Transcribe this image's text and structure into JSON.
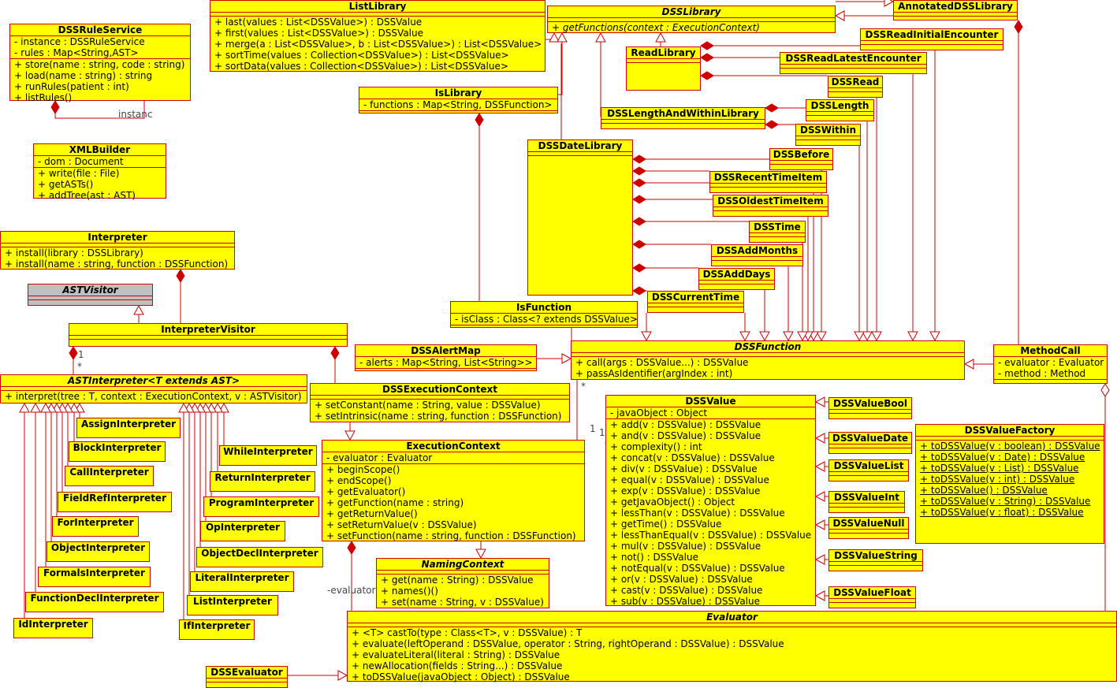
{
  "classes": [
    {
      "id": "DSSRuleService",
      "name": "DSSRuleService",
      "attrs": [
        "- instance : DSSRuleService",
        "- rules : Map<String,AST>"
      ],
      "ops": [
        "+ store(name : string, code : string)",
        "+ load(name : string) : string",
        "+ runRules(patient : int)",
        "+ listRules()"
      ]
    },
    {
      "id": "XMLBuilder",
      "name": "XMLBuilder",
      "attrs": [
        "- dom : Document"
      ],
      "ops": [
        "+ write(file : File)",
        "+ getASTs()",
        "+ addTree(ast : AST)"
      ]
    },
    {
      "id": "Interpreter",
      "name": "Interpreter",
      "attrs": [],
      "ops": [
        "+ install(library : DSSLibrary)",
        "+ install(name : string, function : DSSFunction)"
      ]
    },
    {
      "id": "ASTVisitor",
      "name": "ASTVisitor",
      "abstract": true,
      "attrs": [],
      "ops": []
    },
    {
      "id": "InterpreterVisitor",
      "name": "InterpreterVisitor",
      "attrs": [],
      "ops": []
    },
    {
      "id": "ASTInterpreter",
      "name": "ASTInterpreter<T extends AST>",
      "abstract": true,
      "attrs": [],
      "ops": [
        "+ interpret(tree : T, context : ExecutionContext, v : ASTVisitor)"
      ]
    },
    {
      "id": "AssignInterpreter",
      "name": "AssignInterpreter"
    },
    {
      "id": "BlockInterpreter",
      "name": "BlockInterpreter"
    },
    {
      "id": "CallInterpreter",
      "name": "CallInterpreter"
    },
    {
      "id": "FieldRefInterpreter",
      "name": "FieldRefInterpreter"
    },
    {
      "id": "ForInterpreter",
      "name": "ForInterpreter"
    },
    {
      "id": "ObjectInterpreter",
      "name": "ObjectInterpreter"
    },
    {
      "id": "FormalsInterpreter",
      "name": "FormalsInterpreter"
    },
    {
      "id": "FunctionDeclInterpreter",
      "name": "FunctionDeclInterpreter"
    },
    {
      "id": "IdInterpreter",
      "name": "IdInterpreter"
    },
    {
      "id": "WhileInterpreter",
      "name": "WhileInterpreter"
    },
    {
      "id": "ReturnInterpreter",
      "name": "ReturnInterpreter"
    },
    {
      "id": "ProgramInterpreter",
      "name": "ProgramInterpreter"
    },
    {
      "id": "OpInterpreter",
      "name": "OpInterpreter"
    },
    {
      "id": "ObjectDeclInterpreter",
      "name": "ObjectDeclInterpreter"
    },
    {
      "id": "LiteralInterpreter",
      "name": "LiteralInterpreter"
    },
    {
      "id": "ListInterpreter",
      "name": "ListInterpreter"
    },
    {
      "id": "IfInterpreter",
      "name": "IfInterpreter"
    },
    {
      "id": "ListLibrary",
      "name": "ListLibrary",
      "attrs": [],
      "ops": [
        "+ last(values : List<DSSValue>) : DSSValue",
        "+ first(values : List<DSSValue>) : DSSValue",
        "+ merge(a : List<DSSValue>, b : List<DSSValue>) : List<DSSValue>",
        "+ sortTime(values : Collection<DSSValue>) : List<DSSValue>",
        "+ sortData(values : Collection<DSSValue>) : List<DSSValue>"
      ]
    },
    {
      "id": "DSSLibrary",
      "name": "DSSLibrary",
      "abstract": true,
      "attrs": [],
      "ops": [
        "+ getFunctions(context : ExecutionContext)"
      ],
      "abstractOps": true
    },
    {
      "id": "AnnotatedDSSLibrary",
      "name": "AnnotatedDSSLibrary",
      "attrs": [],
      "ops": []
    },
    {
      "id": "IsLibrary",
      "name": "IsLibrary",
      "attrs": [
        "- functions : Map<String, DSSFunction>"
      ],
      "ops": []
    },
    {
      "id": "ReadLibrary",
      "name": "ReadLibrary",
      "attrs": [],
      "ops": []
    },
    {
      "id": "DSSReadInitialEncounter",
      "name": "DSSReadInitialEncounter",
      "attrs": [],
      "ops": []
    },
    {
      "id": "DSSReadLatestEncounter",
      "name": "DSSReadLatestEncounter",
      "attrs": [],
      "ops": []
    },
    {
      "id": "DSSRead",
      "name": "DSSRead",
      "attrs": [],
      "ops": []
    },
    {
      "id": "DSSLengthAndWithinLibrary",
      "name": "DSSLengthAndWithinLibrary",
      "attrs": [],
      "ops": []
    },
    {
      "id": "DSSLength",
      "name": "DSSLength",
      "attrs": [],
      "ops": []
    },
    {
      "id": "DSSWithin",
      "name": "DSSWithin",
      "attrs": [],
      "ops": []
    },
    {
      "id": "DSSDateLibrary",
      "name": "DSSDateLibrary",
      "attrs": [],
      "ops": []
    },
    {
      "id": "DSSBefore",
      "name": "DSSBefore",
      "attrs": [],
      "ops": []
    },
    {
      "id": "DSSRecentTimeItem",
      "name": "DSSRecentTimeItem",
      "attrs": [],
      "ops": []
    },
    {
      "id": "DSSOldestTimeItem",
      "name": "DSSOldestTimeItem",
      "attrs": [],
      "ops": []
    },
    {
      "id": "DSSTime",
      "name": "DSSTime",
      "attrs": [],
      "ops": []
    },
    {
      "id": "DSSAddMonths",
      "name": "DSSAddMonths",
      "attrs": [],
      "ops": []
    },
    {
      "id": "DSSAddDays",
      "name": "DSSAddDays",
      "attrs": [],
      "ops": []
    },
    {
      "id": "DSSCurrentTime",
      "name": "DSSCurrentTime",
      "attrs": [],
      "ops": []
    },
    {
      "id": "IsFunction",
      "name": "IsFunction",
      "attrs": [
        "- isClass : Class<? extends DSSValue>"
      ],
      "ops": []
    },
    {
      "id": "DSSAlertMap",
      "name": "DSSAlertMap",
      "attrs": [
        "- alerts : Map<String, List<String>>"
      ],
      "ops": []
    },
    {
      "id": "DSSFunction",
      "name": "DSSFunction",
      "abstract": true,
      "attrs": [],
      "ops": [
        "+ call(args : DSSValue...) : DSSValue",
        "+ passAsIdentifier(argIndex : int)"
      ]
    },
    {
      "id": "MethodCall",
      "name": "MethodCall",
      "attrs": [
        "- evaluator : Evaluator",
        "- method : Method"
      ],
      "ops": []
    },
    {
      "id": "DSSExecutionContext",
      "name": "DSSExecutionContext",
      "attrs": [],
      "ops": [
        "+ setConstant(name : String, value : DSSValue)",
        "+ setIntrinsic(name : string, function : DSSFunction)"
      ]
    },
    {
      "id": "ExecutionContext",
      "name": "ExecutionContext",
      "attrs": [
        "- evaluator : Evaluator"
      ],
      "ops": [
        "+ beginScope()",
        "+ endScope()",
        "+ getEvaluator()",
        "+ getFunction(name : string)",
        "+ getReturnValue()",
        "+ setReturnValue(v : DSSValue)",
        "+ setFunction(name : string, function : DSSFunction)"
      ]
    },
    {
      "id": "NamingContext",
      "name": "NamingContext",
      "abstract": true,
      "attrs": [],
      "ops": [
        "+ get(name : String) : DSSValue",
        "+ names()()",
        "+ set(name : String, v : DSSValue)"
      ]
    },
    {
      "id": "DSSValue",
      "name": "DSSValue",
      "attrs": [
        "- javaObject : Object"
      ],
      "ops": [
        "+ add(v : DSSValue) : DSSValue",
        "+ and(v : DSSValue) : DSSValue",
        "+ complexity() : int",
        "+ concat(v : DSSValue) : DSSValue",
        "+ div(v : DSSValue) : DSSValue",
        "+ equal(v : DSSValue) : DSSValue",
        "+ exp(v : DSSValue) : DSSValue",
        "+ getJavaObject() : Object",
        "+ lessThan(v : DSSValue) : DSSValue",
        "+ getTime() : DSSValue",
        "+ lessThanEqual(v : DSSValue) : DSSValue",
        "+ mul(v : DSSValue) : DSSValue",
        "+ not() : DSSValue",
        "+ notEqual(v : DSSValue) : DSSValue",
        "+ or(v : DSSValue) : DSSValue",
        "+ cast(v : DSSValue) : DSSValue",
        "+ sub(v : DSSValue) : DSSValue"
      ]
    },
    {
      "id": "DSSValueBool",
      "name": "DSSValueBool",
      "attrs": [],
      "ops": []
    },
    {
      "id": "DSSValueDate",
      "name": "DSSValueDate",
      "attrs": [],
      "ops": []
    },
    {
      "id": "DSSValueList",
      "name": "DSSValueList",
      "attrs": [],
      "ops": []
    },
    {
      "id": "DSSValueInt",
      "name": "DSSValueInt",
      "attrs": [],
      "ops": []
    },
    {
      "id": "DSSValueNull",
      "name": "DSSValueNull",
      "attrs": [],
      "ops": []
    },
    {
      "id": "DSSValueString",
      "name": "DSSValueString",
      "attrs": [],
      "ops": []
    },
    {
      "id": "DSSValueFloat",
      "name": "DSSValueFloat",
      "attrs": [],
      "ops": []
    },
    {
      "id": "DSSValueFactory",
      "name": "DSSValueFactory",
      "attrs": [],
      "ops": [
        "+ toDSSValue(v : boolean) : DSSValue",
        "+ toDSSValue(v : Date) : DSSValue",
        "+ toDSSValue(v : List) : DSSValue",
        "+ toDSSValue(v : int) : DSSValue",
        "+ toDSSValue() : DSSValue",
        "+ toDSSValue(v : String) : DSSValue",
        "+ toDSSValue(v : float) : DSSValue"
      ],
      "staticOps": true
    },
    {
      "id": "Evaluator",
      "name": "Evaluator",
      "abstract": true,
      "attrs": [],
      "ops": [
        "+ <T> castTo(type : Class<T>, v : DSSValue) : T",
        "+ evaluate(leftOperand : DSSValue, operator : String, rightOperand : DSSValue) : DSSValue",
        "+ evaluateLiteral(literal : String) : DSSValue",
        "+ newAllocation(fields : String...) : DSSValue",
        "+ toDSSValue(javaObject : Object) : DSSValue"
      ]
    },
    {
      "id": "DSSEvaluator",
      "name": "DSSEvaluator",
      "attrs": [],
      "ops": []
    }
  ],
  "labels": {
    "instance_role": "instanc",
    "evaluator_role": "-evaluator",
    "mult_one_a": "1",
    "mult_star_a": "*",
    "mult_star_b": "*",
    "mult_one_b": "1",
    "mult_one_c": "1"
  },
  "colors": {
    "class_fill": "#ffff00",
    "border": "#cc0000",
    "abstract_fill": "#c0c0c0"
  }
}
